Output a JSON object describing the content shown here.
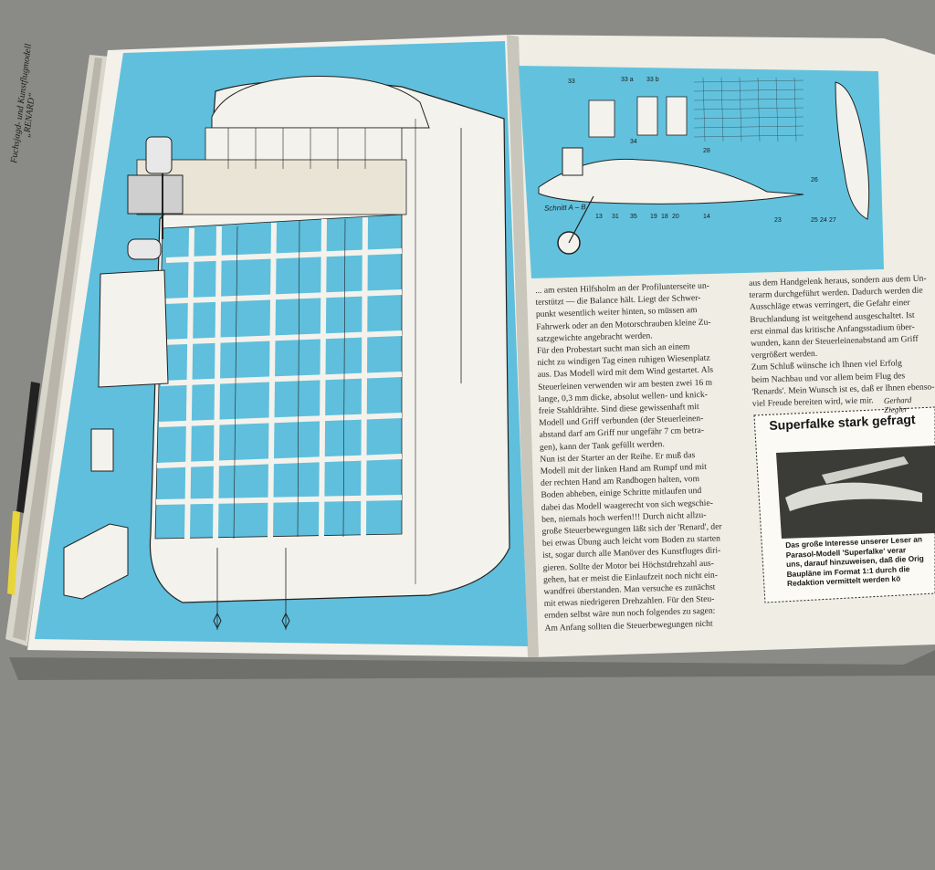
{
  "left_page": {
    "caption": [
      "Fuchsjagd- und Kunstflugmodell",
      "„RENARD“"
    ]
  },
  "drawing_labels": {
    "section": "Schnitt A – B",
    "numbers": [
      "33",
      "33 a",
      "33 b",
      "28",
      "34",
      "13",
      "31",
      "35",
      "19",
      "18",
      "20",
      "14",
      "23",
      "25",
      "24",
      "27",
      "26"
    ]
  },
  "article": {
    "column1": [
      "... am ersten Hilfsholm an der Profilunterseite un-",
      "terstützt — die Balance hält. Liegt der Schwer-",
      "punkt wesentlich weiter hinten, so müssen am",
      "Fahrwerk oder an den Motorschrauben kleine Zu-",
      "satzgewichte angebracht werden.",
      "Für den Probestart sucht man sich an einem",
      "nicht zu windigen Tag einen ruhigen Wiesenplatz",
      "aus. Das Modell wird mit dem Wind gestartet. Als",
      "Steuerleinen verwenden wir am besten zwei 16 m",
      "lange, 0,3 mm dicke, absolut wellen- und knick-",
      "freie Stahldrähte. Sind diese gewissenhaft mit",
      "Modell und Griff verbunden (der Steuerleinen-",
      "abstand darf am Griff nur ungefähr 7 cm betra-",
      "gen), kann der Tank gefüllt werden.",
      "Nun ist der Starter an der Reihe. Er muß das",
      "Modell mit der linken Hand am Rumpf und mit",
      "der rechten Hand am Randbogen halten, vom",
      "Boden abheben, einige Schritte mitlaufen und",
      "dabei das Modell waagerecht von sich wegschie-",
      "ben, niemals hoch werfen!!! Durch nicht allzu-",
      "große Steuerbewegungen läßt sich der 'Renard', der",
      "bei etwas Übung auch leicht vom Boden zu starten",
      "ist, sogar durch alle Manöver des Kunstfluges diri-",
      "gieren. Sollte der Motor bei Höchstdrehzahl aus-",
      "gehen, hat er meist die Einlaufzeit noch nicht ein-",
      "wandfrei überstanden. Man versuche es zunächst",
      "mit etwas niedrigeren Drehzahlen. Für den Steu-",
      "ernden selbst wäre nun noch folgendes zu sagen:",
      "Am Anfang sollten die Steuerbewegungen nicht"
    ],
    "column2": [
      "aus dem Handgelenk heraus, sondern aus dem Un-",
      "terarm durchgeführt werden. Dadurch werden die",
      "Ausschläge etwas verringert, die Gefahr einer",
      "Bruchlandung ist weitgehend ausgeschaltet. Ist",
      "erst einmal das kritische Anfangsstadium über-",
      "wunden, kann der Steuerleinenabstand am Griff",
      "vergrößert werden.",
      "Zum Schluß wünsche ich Ihnen viel Erfolg",
      "beim Nachbau und vor allem beim Flug des",
      "'Renards'. Mein Wunsch ist es, daß er Ihnen ebenso-",
      "viel Freude bereiten wird, wie mir."
    ],
    "signature": "Gerhard Ziegler"
  },
  "box": {
    "title": "Superfalke stark gefragt",
    "caption": [
      "Das große Interesse unserer Leser an",
      "Parasol-Modell 'Superfalke' verar",
      "uns, darauf hinzuweisen, daß die Orig",
      "Baupläne im Format 1:1 durch die",
      "Redaktion vermittelt werden kö"
    ]
  },
  "colors": {
    "background": "#8a8a86",
    "page": "#f1efe6",
    "blueprint_blue": "#5fbfdc",
    "ink": "#1a1a1a"
  }
}
